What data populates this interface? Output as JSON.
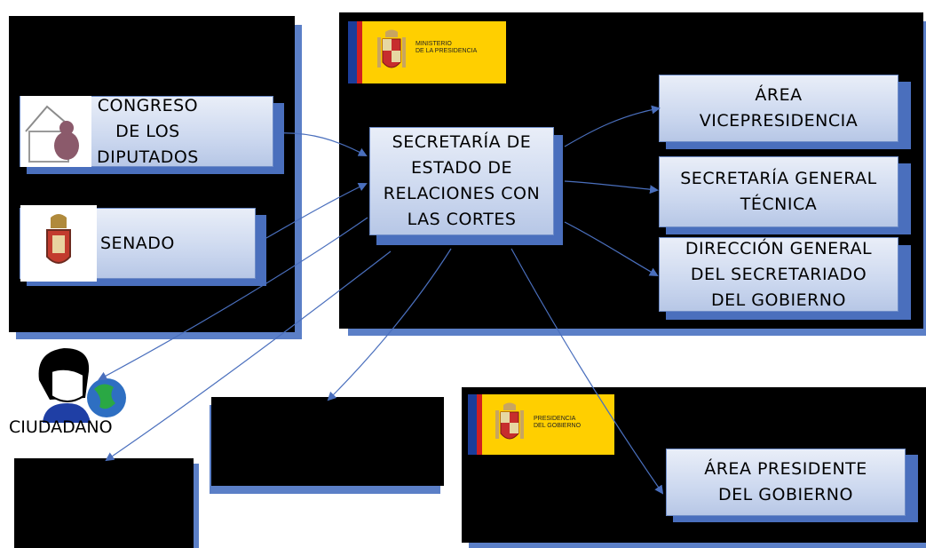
{
  "nodes": {
    "congreso": "CONGRESO\nDE LOS\nDIPUTADOS",
    "senado": "SENADO",
    "secretaria_estado": "SECRETARÍA DE\nESTADO DE\nRELACIONES CON\nLAS CORTES",
    "area_vice": "ÁREA\nVICEPRESIDENCIA",
    "sec_general_tecnica": "SECRETARÍA GENERAL\nTÉCNICA",
    "direccion_general": "DIRECCIÓN GENERAL\nDEL SECRETARIADO\nDEL GOBIERNO",
    "area_presidente": "ÁREA PRESIDENTE\nDEL GOBIERNO",
    "ciudadano": "CIUDADANO"
  },
  "logos": {
    "ministerio": "MINISTERIO\nDE LA PRESIDENCIA",
    "presidencia": "PRESIDENCIA\nDEL GOBIERNO"
  },
  "colors": {
    "panel": "#000000",
    "panel_shadow": "#5b7fc7",
    "arrow": "#4a6fbd",
    "spain_yellow": "#ffcf00",
    "spain_red": "#d21f1f",
    "eu_blue": "#1b3d9a"
  }
}
